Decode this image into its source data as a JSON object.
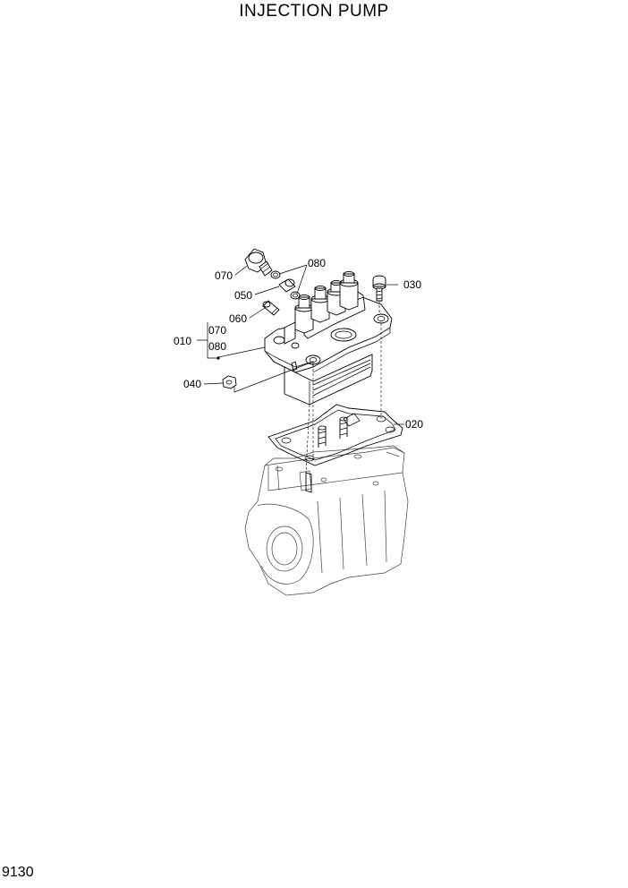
{
  "title": "INJECTION PUMP",
  "page_number": "9130",
  "callouts": {
    "c070_top": "070",
    "c080_top": "080",
    "c030": "030",
    "c050": "050",
    "c060": "060",
    "c010": "010",
    "c070_group": "070",
    "c080_group": "080",
    "c040": "040",
    "c020": "020"
  }
}
